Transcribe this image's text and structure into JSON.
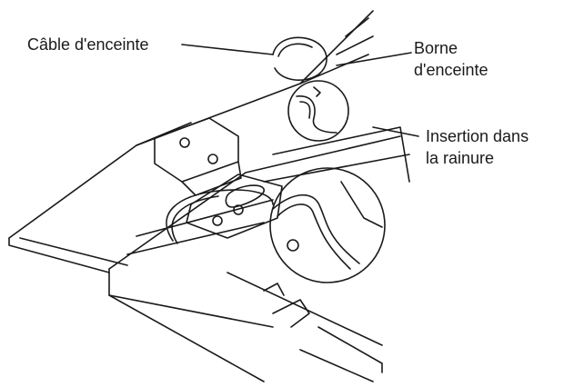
{
  "labels": {
    "cable": "Câble d'enceinte",
    "terminal_line1": "Borne",
    "terminal_line2": "d'enceinte",
    "insertion_line1": "Insertion dans",
    "insertion_line2": "la rainure"
  },
  "colors": {
    "line": "#1a1a1a",
    "background": "#ffffff"
  }
}
